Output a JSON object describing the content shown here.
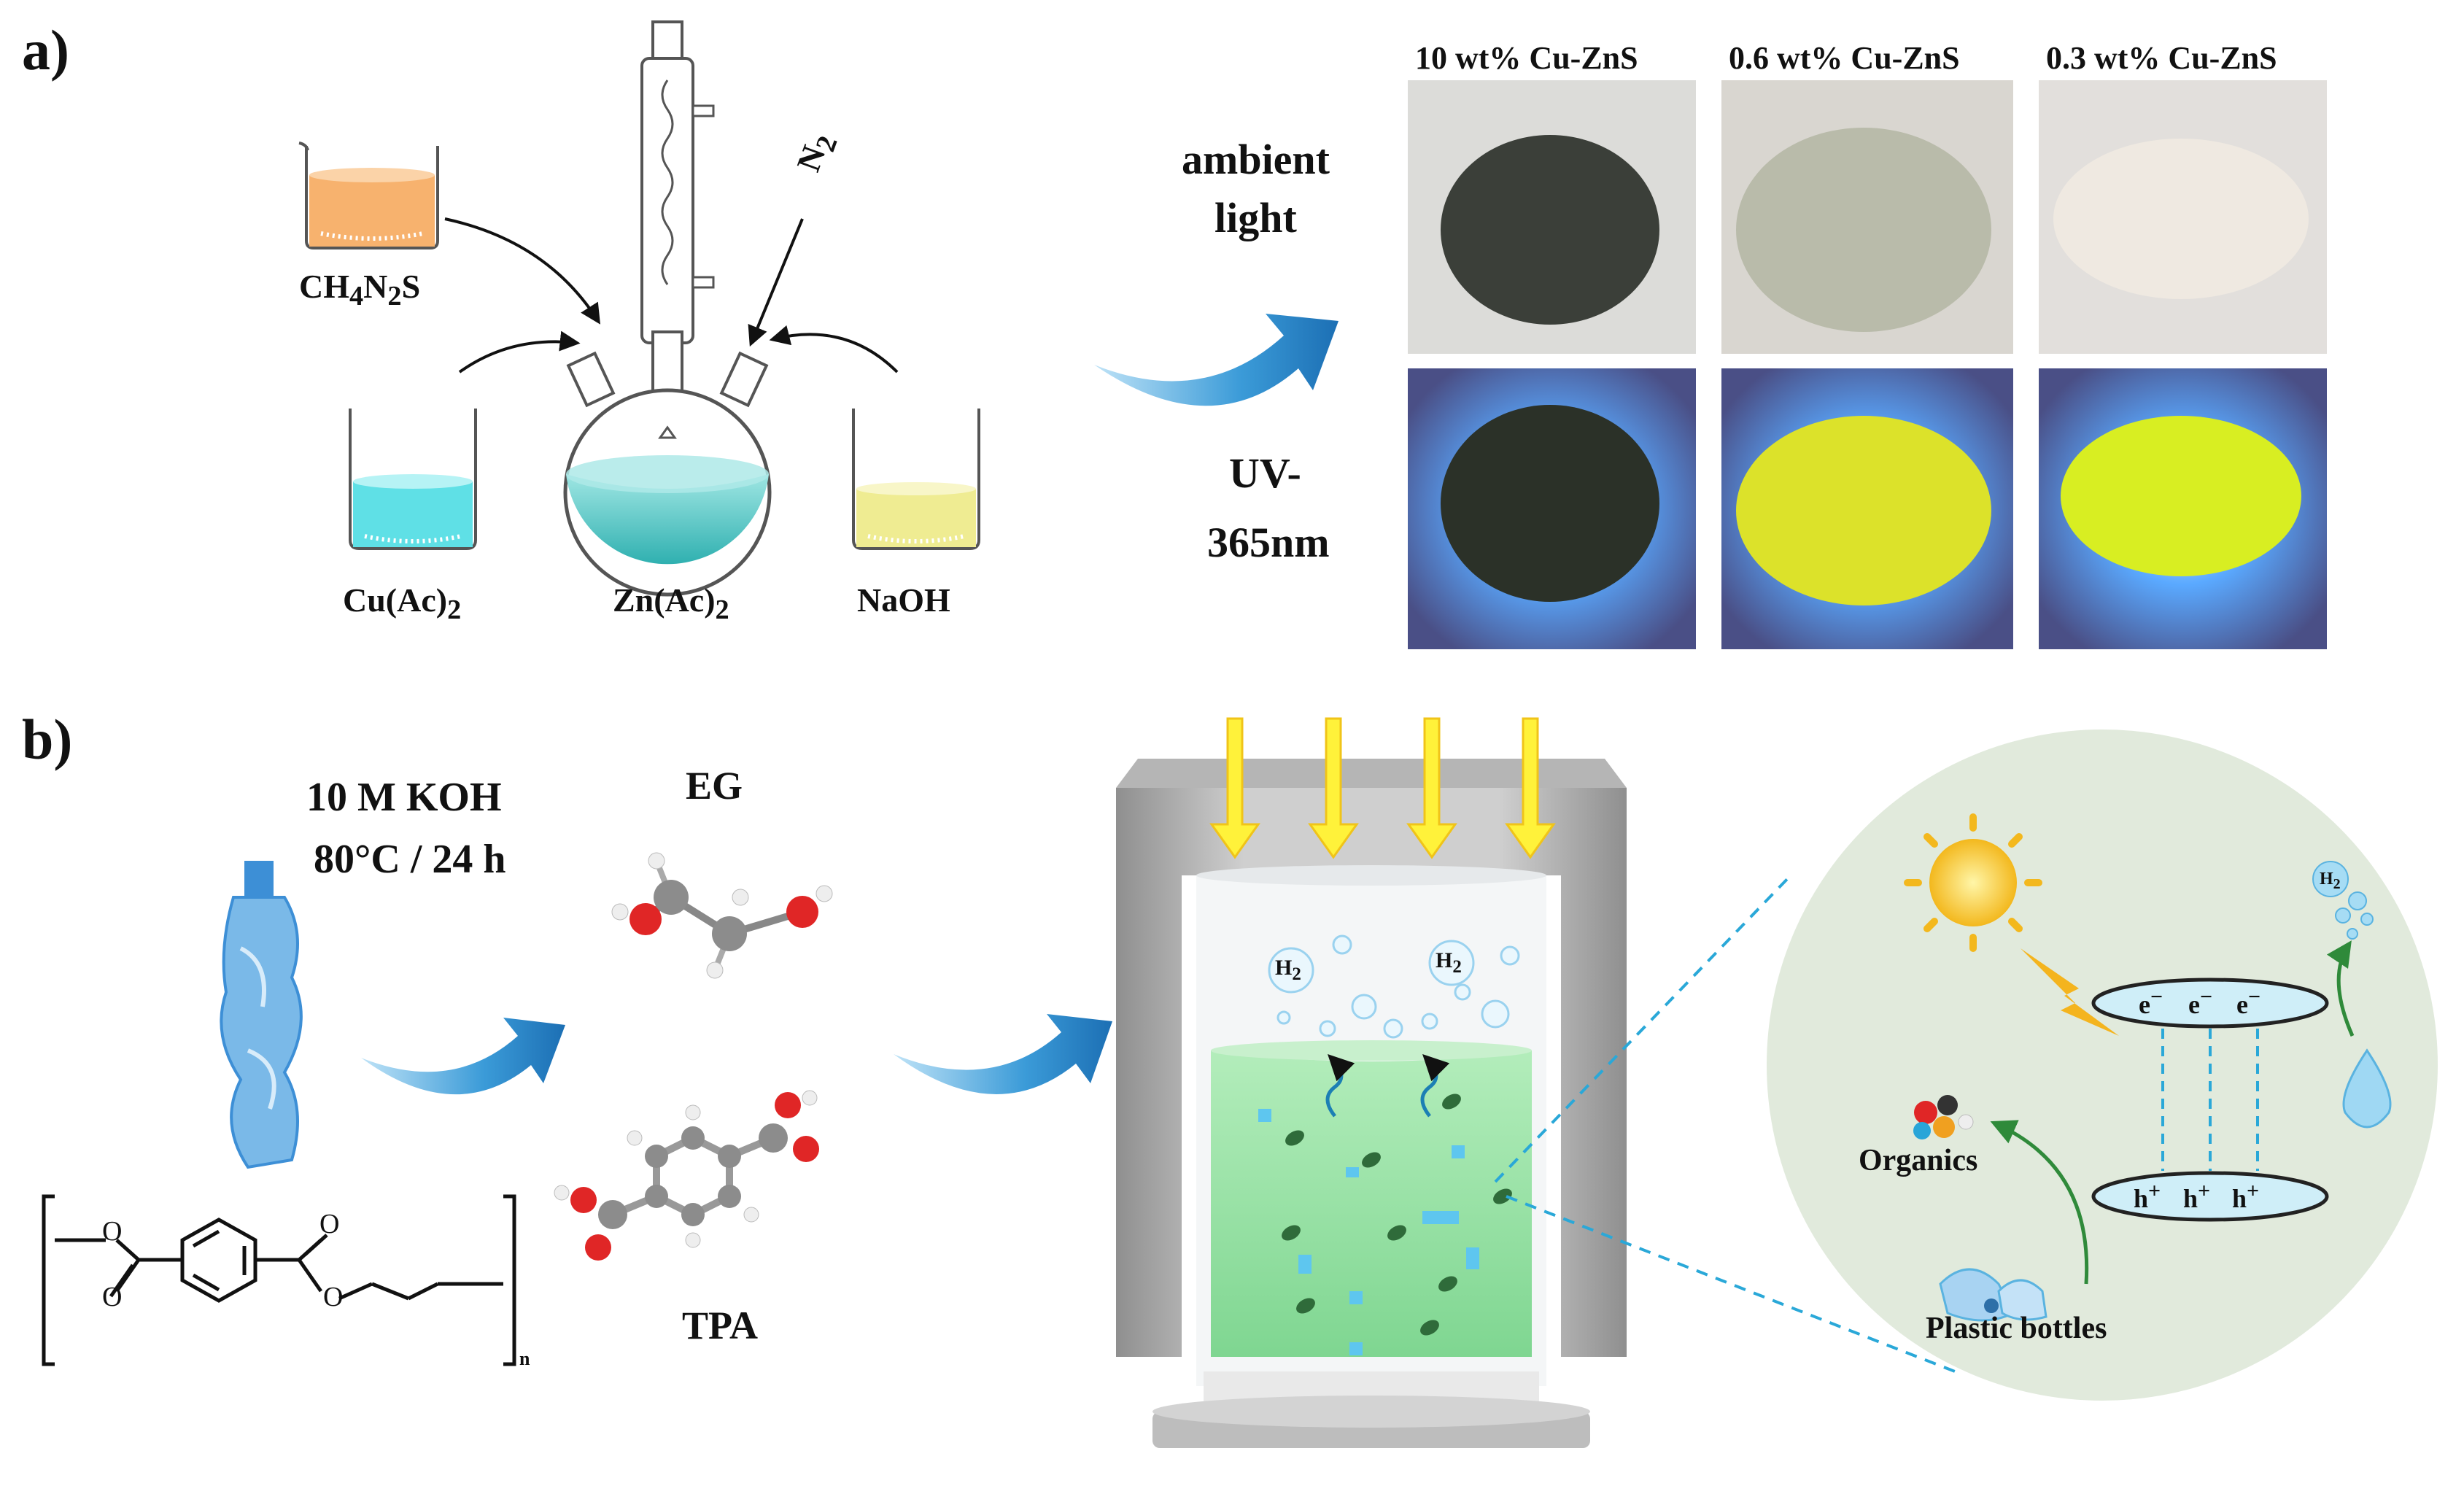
{
  "panel_a": {
    "label": "a)",
    "reagents": {
      "thiourea_main": "CH",
      "thiourea_sub1": "4",
      "thiourea_mid": "N",
      "thiourea_sub2": "2",
      "thiourea_end": "S",
      "cu_main": "Cu(Ac)",
      "cu_sub": "2",
      "zn_main": "Zn(Ac)",
      "zn_sub": "2",
      "naoh": "NaOH",
      "n2_main": "N",
      "n2_sub": "2"
    },
    "samples": [
      "10 wt% Cu-ZnS",
      "0.6 wt% Cu-ZnS",
      "0.3 wt% Cu-ZnS"
    ],
    "rows": {
      "ambient_1": "ambient",
      "ambient_2": "light",
      "uv_1": "UV-",
      "uv_2": "365nm"
    }
  },
  "panel_b": {
    "label": "b)",
    "condition_1": "10 M KOH",
    "condition_2": "80°C / 24 h",
    "product_1": "EG",
    "product_2": "TPA",
    "polymer_sub": "n",
    "reactor_gas_main": "H",
    "reactor_gas_sub": "2",
    "mechanism": {
      "electron_main": "e",
      "electron_sup": "−",
      "hole_main": "h",
      "hole_sup": "+",
      "organics": "Organics",
      "plastic": "Plastic bottles",
      "h2_main": "H",
      "h2_sub": "2"
    }
  },
  "colors": {
    "arrow_blue": "#2b8fd0",
    "cu_solution": "#5fe0e6",
    "thiourea_solution": "#f5a45a",
    "naoh_solution": "#efec92",
    "zn_solution": "#69d3d0",
    "reaction_liquid": "#9be3a6",
    "light_arrow": "#fff23a",
    "catalyst_dark": "#2f6b3a",
    "mechanism_bg": "#e1eadc"
  }
}
